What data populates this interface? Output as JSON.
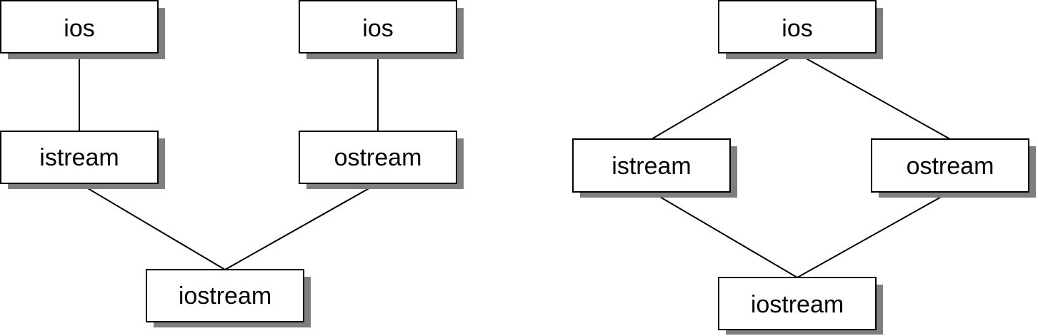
{
  "diagrams": [
    {
      "nodes": {
        "ios_left": "ios",
        "ios_right": "ios",
        "istream": "istream",
        "ostream": "ostream",
        "iostream": "iostream"
      }
    },
    {
      "nodes": {
        "ios": "ios",
        "istream": "istream",
        "ostream": "ostream",
        "iostream": "iostream"
      }
    }
  ],
  "colors": {
    "box_fill": "#ffffff",
    "box_border": "#000000",
    "shadow": "#7f7f7f",
    "line": "#000000"
  }
}
